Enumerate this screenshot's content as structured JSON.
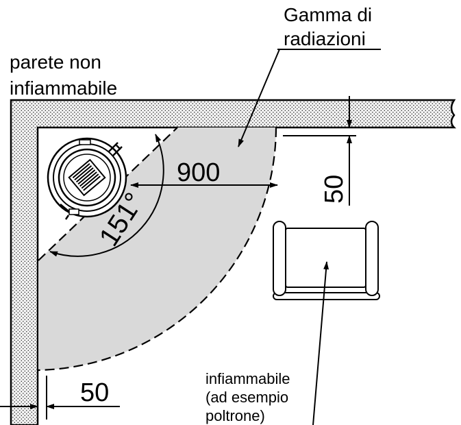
{
  "labels": {
    "radiation_range_line1": "Gamma di",
    "radiation_range_line2": "radiazioni",
    "wall_line1": "parete non",
    "wall_line2": "infiammabile",
    "flammable_line1": "infiammabile",
    "flammable_line2": "(ad esempio",
    "flammable_line3": "poltrone)"
  },
  "dimensions": {
    "radius": "900",
    "angle": "151°",
    "side_clearance": "50",
    "back_clearance": "50"
  },
  "colors": {
    "radiation_zone": "#d9d9d9",
    "line": "#000000",
    "wall_fill": "#f4f4f4"
  }
}
